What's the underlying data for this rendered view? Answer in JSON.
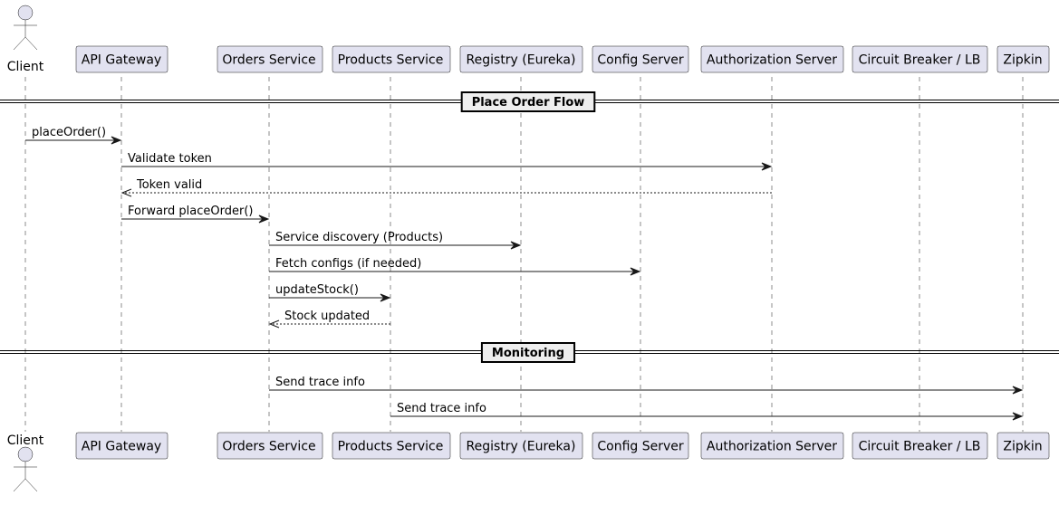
{
  "participants": [
    {
      "id": "client",
      "label": "Client",
      "kind": "actor"
    },
    {
      "id": "gateway",
      "label": "API Gateway",
      "kind": "box"
    },
    {
      "id": "orders",
      "label": "Orders Service",
      "kind": "box"
    },
    {
      "id": "products",
      "label": "Products Service",
      "kind": "box"
    },
    {
      "id": "registry",
      "label": "Registry (Eureka)",
      "kind": "box"
    },
    {
      "id": "config",
      "label": "Config Server",
      "kind": "box"
    },
    {
      "id": "auth",
      "label": "Authorization Server",
      "kind": "box"
    },
    {
      "id": "cb",
      "label": "Circuit Breaker / LB",
      "kind": "box"
    },
    {
      "id": "zipkin",
      "label": "Zipkin",
      "kind": "box"
    }
  ],
  "sections": [
    {
      "title": "Place Order Flow"
    },
    {
      "title": "Monitoring"
    }
  ],
  "messages": [
    {
      "from": "client",
      "to": "gateway",
      "label": "placeOrder()",
      "type": "sync",
      "section": 0
    },
    {
      "from": "gateway",
      "to": "auth",
      "label": "Validate token",
      "type": "sync",
      "section": 0
    },
    {
      "from": "auth",
      "to": "gateway",
      "label": "Token valid",
      "type": "reply",
      "section": 0
    },
    {
      "from": "gateway",
      "to": "orders",
      "label": "Forward placeOrder()",
      "type": "sync",
      "section": 0
    },
    {
      "from": "orders",
      "to": "registry",
      "label": "Service discovery (Products)",
      "type": "sync",
      "section": 0
    },
    {
      "from": "orders",
      "to": "config",
      "label": "Fetch configs (if needed)",
      "type": "sync",
      "section": 0
    },
    {
      "from": "orders",
      "to": "products",
      "label": "updateStock()",
      "type": "sync",
      "section": 0
    },
    {
      "from": "products",
      "to": "orders",
      "label": "Stock updated",
      "type": "reply",
      "section": 0
    },
    {
      "from": "orders",
      "to": "zipkin",
      "label": "Send trace info",
      "type": "sync",
      "section": 1
    },
    {
      "from": "products",
      "to": "zipkin",
      "label": "Send trace info",
      "type": "sync",
      "section": 1
    }
  ],
  "colors": {
    "participant_fill": "#e2e2f0",
    "stroke": "#181818",
    "divider_fill": "#eeeeee"
  }
}
